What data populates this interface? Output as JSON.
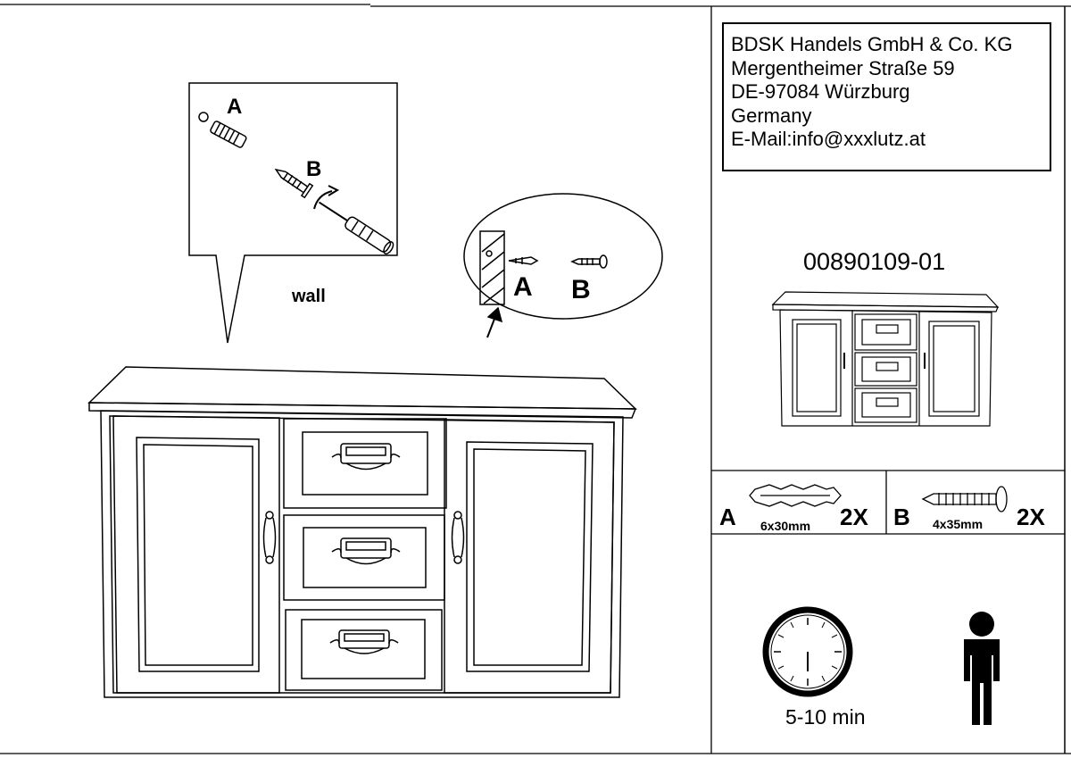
{
  "company": {
    "name": "BDSK Handels GmbH & Co. KG",
    "street": "Mergentheimer Straße 59",
    "city": "DE-97084 Würzburg",
    "country": "Germany",
    "email": "E-Mail:info@xxxlutz.at"
  },
  "product_code": "00890109-01",
  "diagram": {
    "wall_label": "wall",
    "callout_label_a": "A",
    "callout_label_b": "B",
    "detail_label_a": "A",
    "detail_label_b": "B"
  },
  "parts": [
    {
      "letter": "A",
      "size": "6x30mm",
      "qty": "2X"
    },
    {
      "letter": "B",
      "size": "4x35mm",
      "qty": "2X"
    }
  ],
  "assembly": {
    "time": "5-10 min",
    "persons": 1
  }
}
